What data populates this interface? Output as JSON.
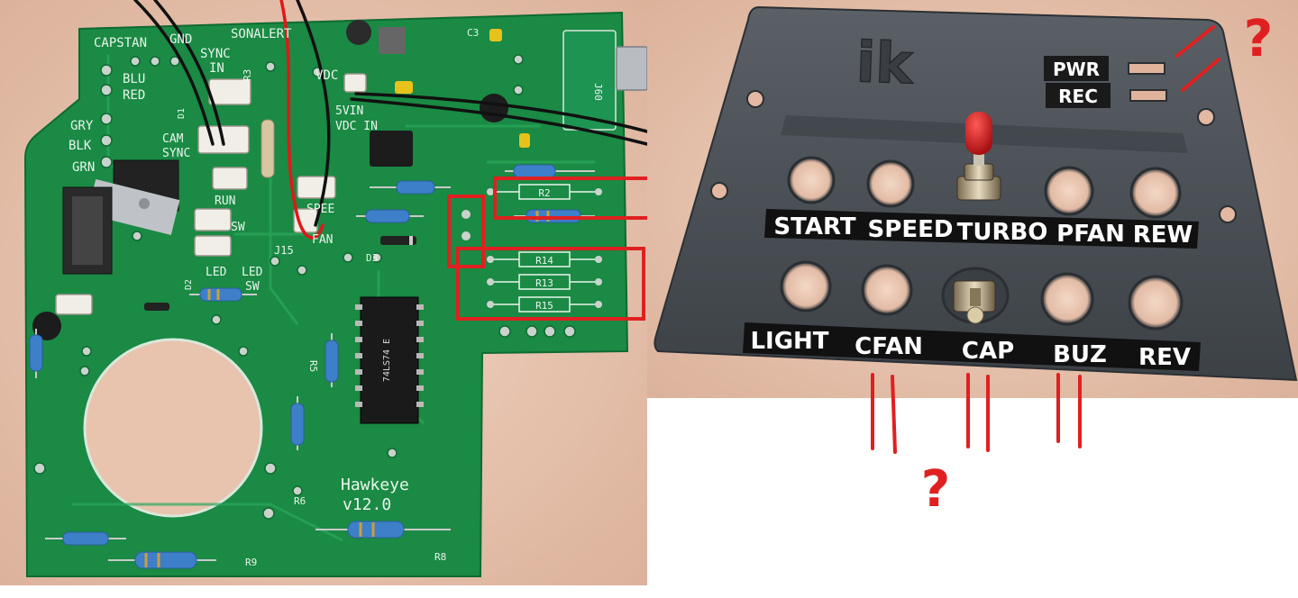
{
  "pcb": {
    "header_labels": {
      "capstan": "CAPSTAN",
      "gnd": "GND",
      "sonalert": "SONALERT",
      "sync_in": "SYNC",
      "in": "IN",
      "vdc": "VDC",
      "c3": "C3",
      "j60": "J60"
    },
    "wire_labels": [
      "BLU",
      "RED",
      "GRY",
      "BLK",
      "GRN"
    ],
    "mid_labels": {
      "cam": "CAM",
      "sync": "SYNC",
      "run": "RUN",
      "speed": "SPEE",
      "fan": "FAN",
      "sw": "SW",
      "led": "LED",
      "led2": "LED",
      "sw2": "SW",
      "j15": "J15",
      "d1": "D1",
      "d2": "D2",
      "d3": "D3",
      "r3": "R3",
      "r5": "R5",
      "r6": "R6",
      "r8": "R8",
      "r9": "R9",
      "vin": "5VIN",
      "dc_in": "VDC IN"
    },
    "resistor_labels": [
      "R2",
      "R14",
      "R13",
      "R15"
    ],
    "chip_text": "74LS74 E",
    "title": "Hawkeye",
    "version": "v12.0"
  },
  "panel": {
    "logo": "ik",
    "indicators": [
      "PWR",
      "REC"
    ],
    "top_row_labels": [
      "START",
      "SPEED",
      "TURBO",
      "PFAN",
      "REW"
    ],
    "bottom_row_labels": [
      "LIGHT",
      "CFAN",
      "CAP",
      "BUZ",
      "REV"
    ],
    "question_marks": [
      "?",
      "?"
    ]
  },
  "colors": {
    "pcb_green": "#1a8a44",
    "highlight_red": "#e02020",
    "panel_grey": "#4a4f55",
    "background_peach": "#e9c9b5"
  }
}
